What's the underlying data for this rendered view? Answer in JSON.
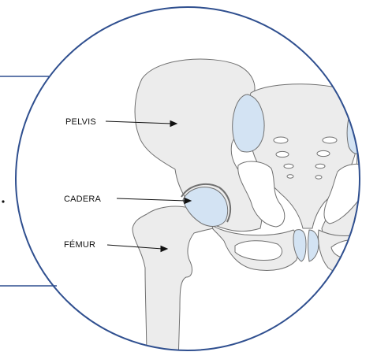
{
  "labels": {
    "pelvis": "PELVIS",
    "hip": "CADERA",
    "femur": "FÉMUR"
  },
  "colors": {
    "border": "#2f4f8f",
    "bone_fill": "#ececec",
    "bone_stroke": "#707070",
    "cartilage": "#d3e3f3",
    "label": "#111111"
  }
}
